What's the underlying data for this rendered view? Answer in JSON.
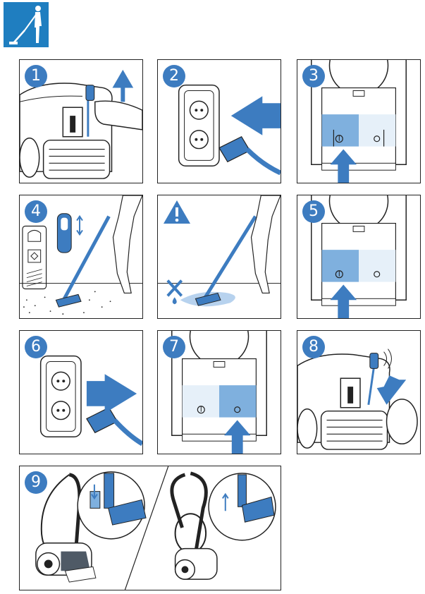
{
  "header": {
    "icon": "vacuum-user-icon",
    "brand_color": "#1f7ec0"
  },
  "steps": [
    {
      "number": "1",
      "icon": "plug-pull-icon"
    },
    {
      "number": "2",
      "icon": "plug-insert-icon"
    },
    {
      "number": "3",
      "icon": "power-button-icon"
    },
    {
      "number": "4",
      "icon": "floor-setting-icon"
    },
    {
      "icon": "warning-icon"
    },
    {
      "number": "5",
      "icon": "power-button-icon"
    },
    {
      "number": "6",
      "icon": "plug-remove-icon"
    },
    {
      "number": "7",
      "icon": "cord-rewind-icon"
    },
    {
      "number": "8",
      "icon": "cord-retract-icon"
    },
    {
      "number": "9",
      "icon": "nozzle-park-icon"
    }
  ],
  "colors": {
    "accent": "#3d7cc0",
    "line": "#222222"
  }
}
